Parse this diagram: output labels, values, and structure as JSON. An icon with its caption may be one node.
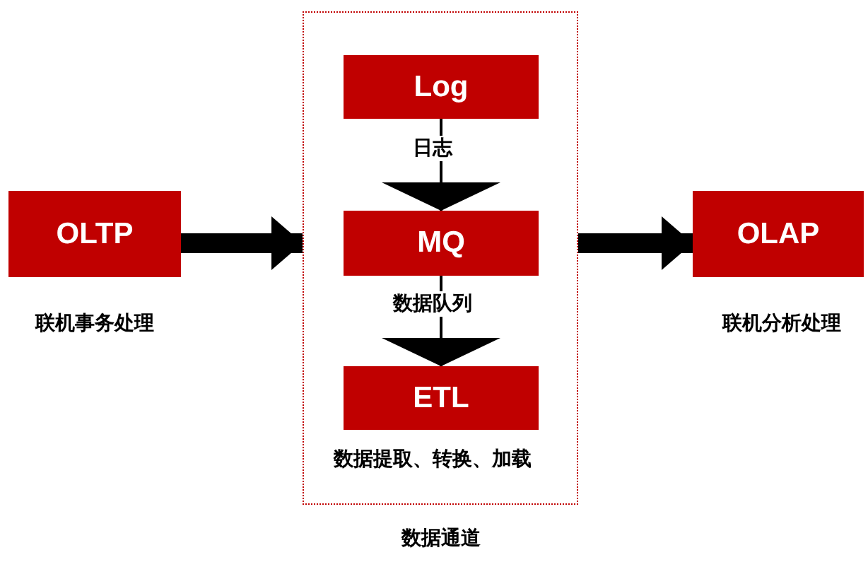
{
  "diagram": {
    "nodes": [
      {
        "text": [
          "OLTP"
        ],
        "beside": [
          "联机事务处理"
        ]
      },
      {
        "text": [
          "数据通道"
        ]
      },
      {
        "text": [
          "Log"
        ],
        "in": 1,
        "beside": [
          "日志"
        ]
      },
      {
        "text": [
          "MQ"
        ],
        "in": 1,
        "beside": [
          "数据队列"
        ]
      },
      {
        "text": [
          "ETL"
        ],
        "in": 1,
        "beside": [
          "数据提取、转换、加载"
        ]
      },
      {
        "text": [
          "OLAP"
        ],
        "beside": [
          "联机分析处理"
        ]
      }
    ],
    "edges": [
      {
        "from": 0,
        "to": 1,
        "arrow": "to",
        "style": "thick"
      },
      {
        "from": 2,
        "to": 3,
        "arrow": "to"
      },
      {
        "from": 3,
        "to": 4,
        "arrow": "to"
      },
      {
        "from": 1,
        "to": 5,
        "arrow": "to",
        "style": "thick"
      }
    ]
  }
}
